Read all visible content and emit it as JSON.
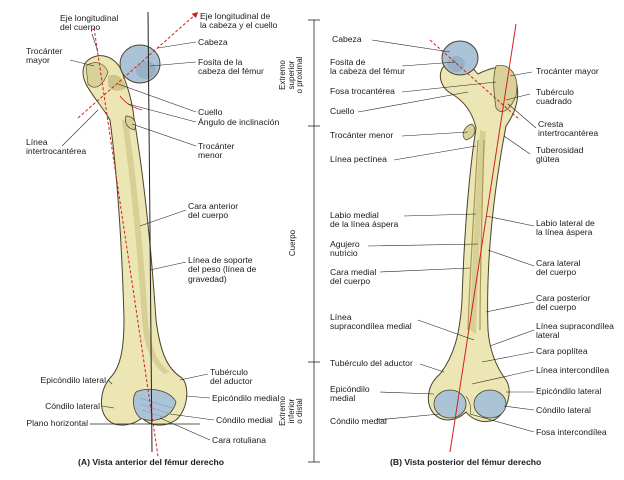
{
  "colors": {
    "bone_fill": "#ece6b4",
    "bone_shade": "#cfc588",
    "bone_outline": "#4a4328",
    "head_fill": "#aac3d6",
    "head_shade": "#7f9cb3",
    "axis_red": "#d22020",
    "axis_black": "#222222"
  },
  "panel_a": {
    "caption": "(A) Vista anterior del fémur derecho",
    "labels": {
      "eje_longitudinal_cuerpo": "Eje longitudinal\ndel cuerpo",
      "eje_longitudinal_cabeza": "Eje longitudinal de\nla cabeza y el cuello",
      "cabeza": "Cabeza",
      "trocanter_mayor": "Trocánter\nmayor",
      "fosita_cabeza": "Fosita de la\ncabeza del fémur",
      "cuello": "Cuello",
      "angulo_inclinacion": "Ángulo de inclinación",
      "linea_intertrocanterea": "Línea\nintertrocantérea",
      "trocanter_menor": "Trocánter\nmenor",
      "cara_anterior": "Cara anterior\ndel cuerpo",
      "linea_soporte": "Línea de soporte\ndel peso (línea de\ngravedad)",
      "tuberculo_aductor": "Tubérculo\ndel aductor",
      "epicondilo_lateral": "Epicóndilo lateral",
      "epicondilo_medial": "Epicóndilo medial",
      "condilo_lateral": "Cóndilo lateral",
      "condilo_medial": "Cóndilo medial",
      "plano_horizontal": "Plano horizontal",
      "cara_rotuliana": "Cara rotuliana"
    }
  },
  "regions": {
    "proximal": "Extremo\nsuperior\no proximal",
    "cuerpo": "Cuerpo",
    "distal": "Extremo\ninferior\no distal"
  },
  "panel_b": {
    "caption": "(B) Vista posterior del fémur derecho",
    "labels": {
      "cabeza": "Cabeza",
      "fosita_cabeza": "Fosita de\nla cabeza del fémur",
      "fosa_trocanterea": "Fosa trocantérea",
      "cuello": "Cuello",
      "trocanter_menor": "Trocánter menor",
      "linea_pectinea": "Línea pectínea",
      "labio_medial": "Labio medial\nde la línea áspera",
      "agujero_nutricio": "Agujero\nnutricio",
      "cara_medial": "Cara medial\ndel cuerpo",
      "linea_supracondilea_medial": "Línea\nsupracondílea medial",
      "tuberculo_aductor": "Tubérculo del aductor",
      "epicondilo_medial": "Epicóndilo\nmedial",
      "condilo_medial": "Cóndilo medial",
      "trocanter_mayor": "Trocánter mayor",
      "tuberculo_cuadrado": "Tubérculo\ncuadrado",
      "cresta_intertrocanterea": "Cresta\nintertrocantérea",
      "tuberosidad_glutea": "Tuberosidad\nglútea",
      "labio_lateral": "Labio lateral de\nla línea áspera",
      "cara_lateral": "Cara lateral\ndel cuerpo",
      "cara_posterior": "Cara posterior\ndel cuerpo",
      "linea_supracondilea_lateral": "Línea supracondílea\nlateral",
      "cara_poplitea": "Cara poplítea",
      "linea_intercondilea": "Línea intercondílea",
      "epicondilo_lateral": "Epicóndilo lateral",
      "condilo_lateral": "Cóndilo lateral",
      "fosa_intercondilea": "Fosa intercondílea"
    }
  }
}
